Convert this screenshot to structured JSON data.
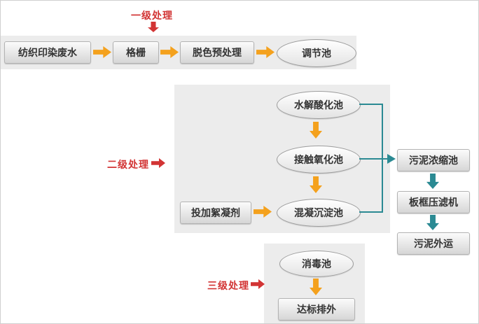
{
  "labels": {
    "stage1": "一级处理",
    "stage2": "二级处理",
    "stage3": "三级处理"
  },
  "nodes": {
    "influent": "纺织印染废水",
    "grille": "格栅",
    "pretreat": "脱色预处理",
    "regulating": "调节池",
    "hydrolysis": "水解酸化池",
    "oxidation": "接触氧化池",
    "coagulation": "混凝沉淀池",
    "flocculant": "投加絮凝剂",
    "thickener": "污泥浓缩池",
    "press": "板框压滤机",
    "transport": "污泥外运",
    "disinfect": "消毒池",
    "discharge": "达标排外"
  },
  "edges": [
    {
      "from": "influent",
      "to": "grille"
    },
    {
      "from": "grille",
      "to": "pretreat"
    },
    {
      "from": "pretreat",
      "to": "regulating"
    },
    {
      "from": "hydrolysis",
      "to": "oxidation"
    },
    {
      "from": "oxidation",
      "to": "coagulation"
    },
    {
      "from": "flocculant",
      "to": "coagulation"
    },
    {
      "from": "hydrolysis",
      "to": "thickener"
    },
    {
      "from": "oxidation",
      "to": "thickener"
    },
    {
      "from": "coagulation",
      "to": "thickener"
    },
    {
      "from": "thickener",
      "to": "press"
    },
    {
      "from": "press",
      "to": "transport"
    },
    {
      "from": "disinfect",
      "to": "discharge"
    }
  ],
  "colors": {
    "arrow_orange": "#f4a11d",
    "label_red": "#d23434",
    "sludge_teal": "#2b8a93"
  }
}
